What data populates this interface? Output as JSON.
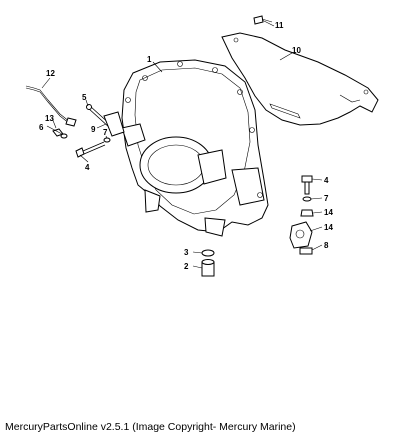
{
  "caption": "MercuryPartsOnline v2.5.1 (Image Copyright- Mercury Marine)",
  "callouts": [
    "1",
    "2",
    "3",
    "4",
    "5",
    "6",
    "7",
    "8",
    "9",
    "10",
    "11",
    "12",
    "13",
    "14",
    "4",
    "7",
    "14"
  ]
}
